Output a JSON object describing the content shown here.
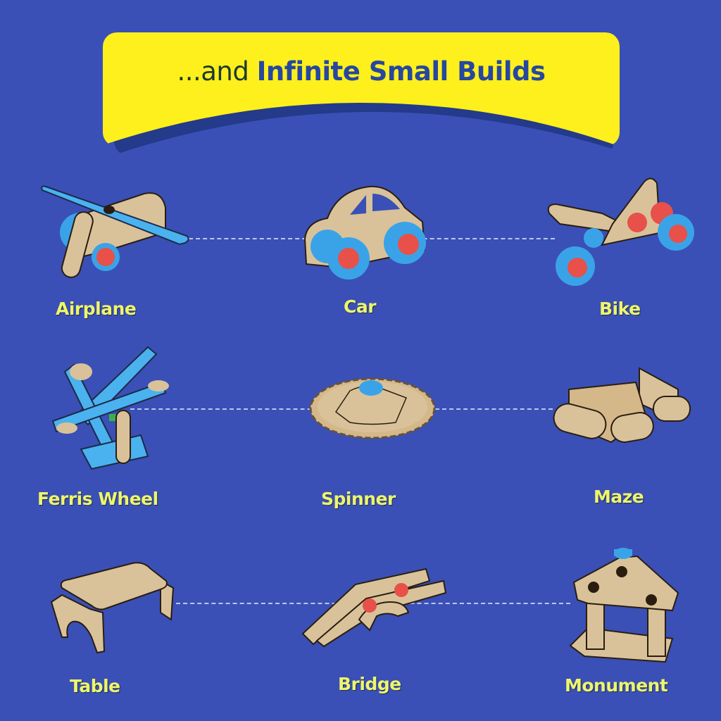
{
  "header": {
    "prefix": "...and",
    "title": "Infinite Small Builds",
    "colors": {
      "banner": "#fdf01c",
      "title": "#2747a0",
      "prefix": "#1d3a2e"
    }
  },
  "background_color": "#3a50b6",
  "label_color": "#eef56b",
  "builds": [
    {
      "label": "Airplane",
      "icon": "airplane-model-icon"
    },
    {
      "label": "Car",
      "icon": "car-model-icon"
    },
    {
      "label": "Bike",
      "icon": "bike-model-icon"
    },
    {
      "label": "Ferris Wheel",
      "icon": "ferris-wheel-model-icon"
    },
    {
      "label": "Spinner",
      "icon": "spinner-model-icon"
    },
    {
      "label": "Maze",
      "icon": "maze-model-icon"
    },
    {
      "label": "Table",
      "icon": "table-model-icon"
    },
    {
      "label": "Bridge",
      "icon": "bridge-model-icon"
    },
    {
      "label": "Monument",
      "icon": "monument-model-icon"
    }
  ]
}
